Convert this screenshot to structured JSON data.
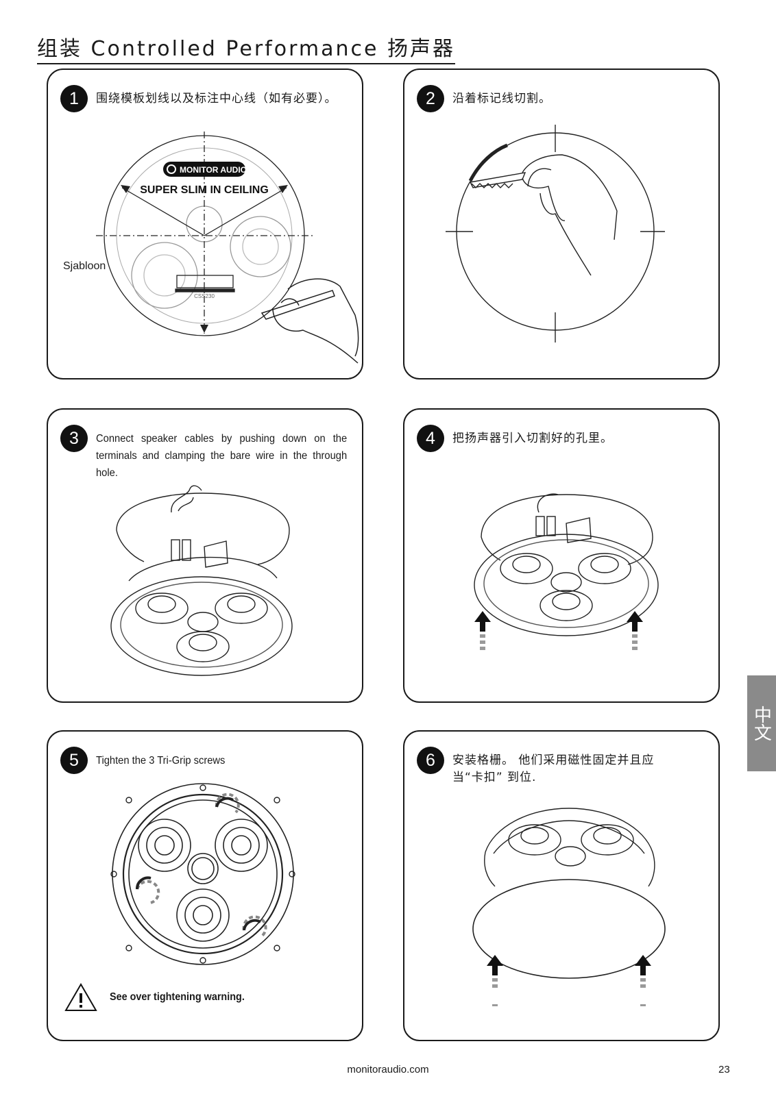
{
  "page": {
    "title": "组装 Controlled Performance 扬声器",
    "side_tab": "中文",
    "footer_url": "monitoraudio.com",
    "page_number": "23"
  },
  "steps": [
    {
      "number": "1",
      "text": "围绕模板划线以及标注中心线（如有必要）。"
    },
    {
      "number": "2",
      "text": "沿着标记线切割。"
    },
    {
      "number": "3",
      "text": "Connect speaker cables by pushing down on the terminals and clamping the bare wire in the through hole."
    },
    {
      "number": "4",
      "text": "把扬声器引入切割好的孔里。"
    },
    {
      "number": "5",
      "text": "Tighten the 3 Tri-Grip screws"
    },
    {
      "number": "6",
      "text": "安装格栅。 他们采用磁性固定并且应当“卡扣” 到位."
    }
  ],
  "template": {
    "brand": "MONITOR AUDIO",
    "product": "SUPER SLIM  IN CEILING",
    "label": "Sjabloon",
    "model": "CSS230"
  },
  "warning": {
    "text": "See over tightening warning.",
    "icon": "warning-triangle-icon"
  },
  "colors": {
    "ink": "#1a1a1a",
    "tab": "#8a8a8a",
    "arrow_dashes": "#9a9a9a"
  }
}
